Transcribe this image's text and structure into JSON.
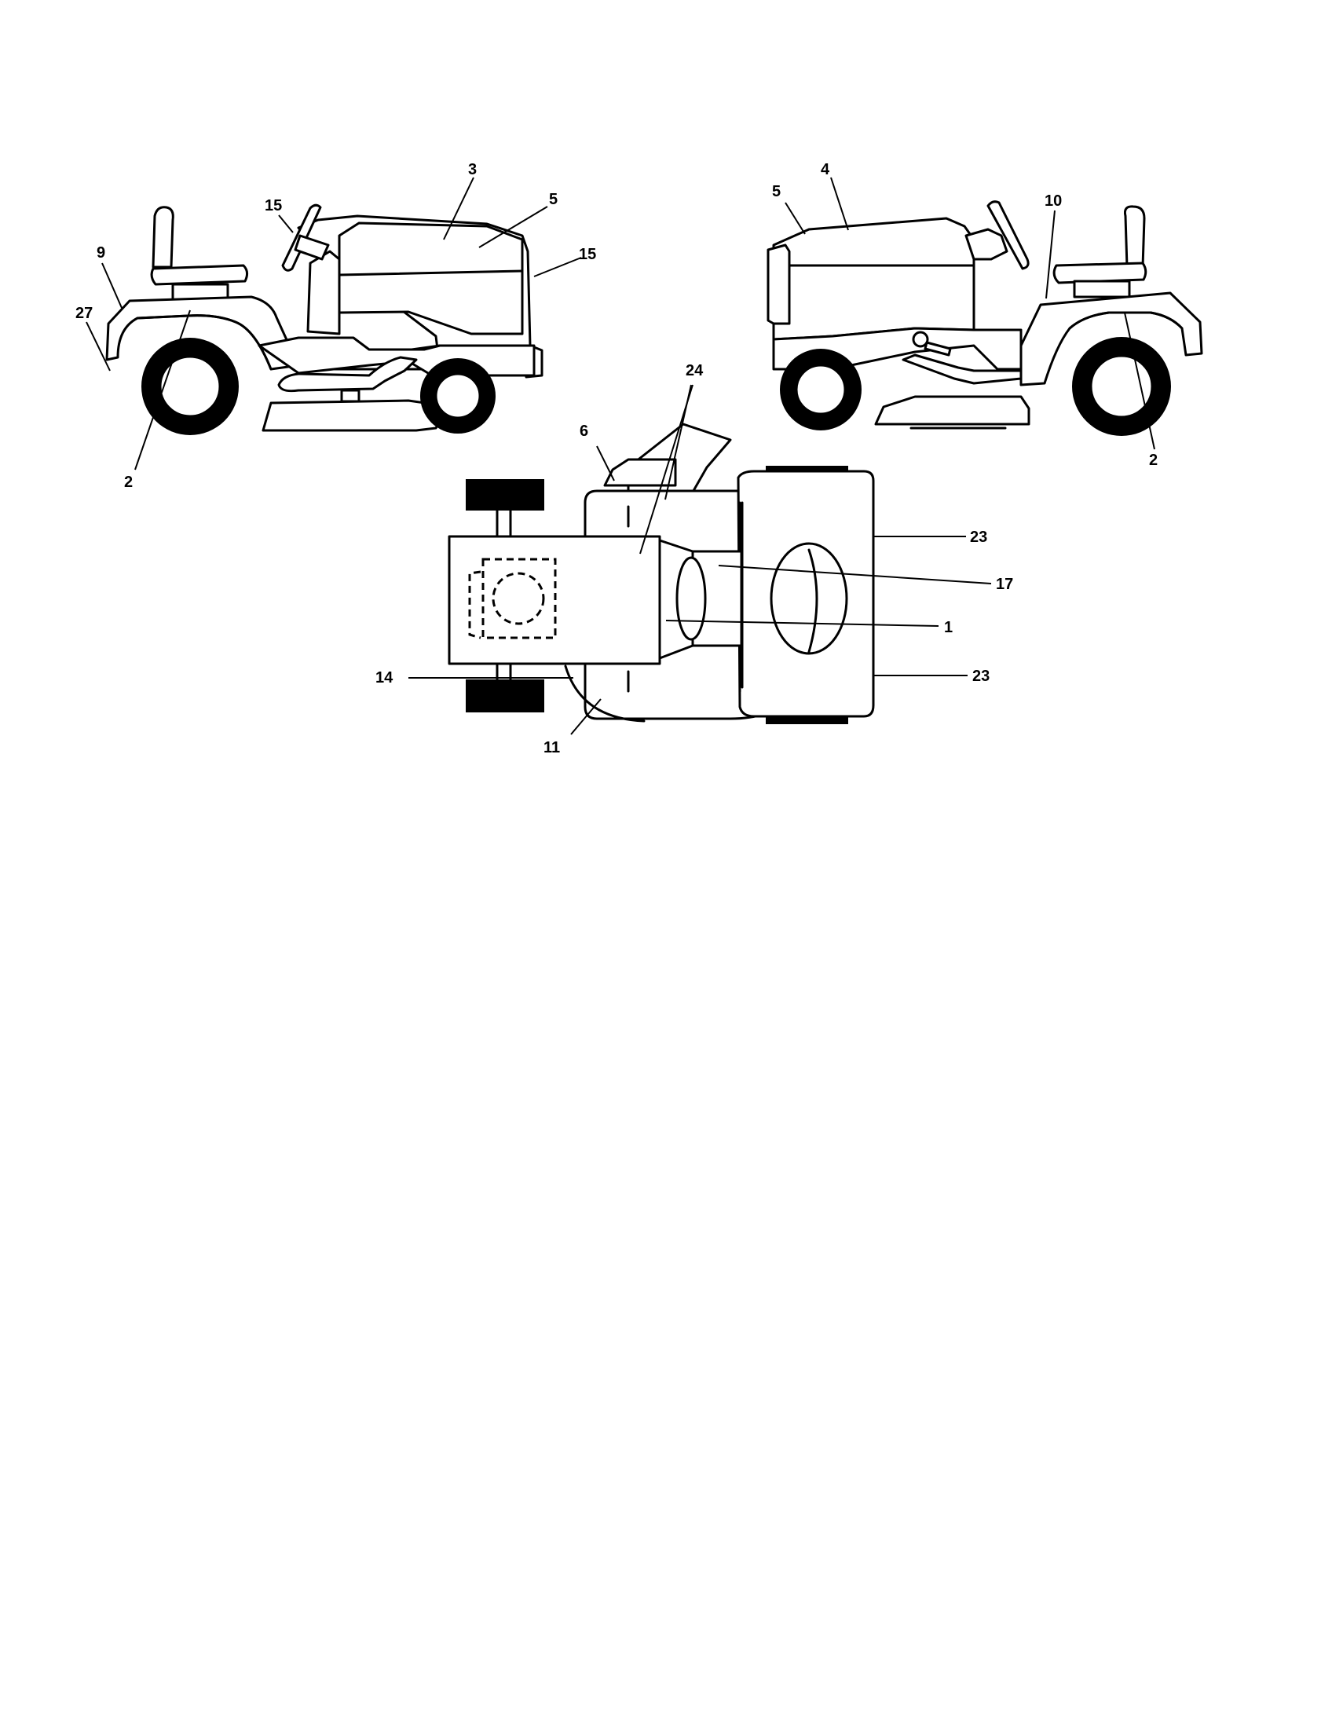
{
  "callouts": {
    "left_view": {
      "c3": "3",
      "c15_steering": "15",
      "c5": "5",
      "c15_front": "15",
      "c9": "9",
      "c27": "27",
      "c2": "2"
    },
    "right_view": {
      "c4": "4",
      "c5": "5",
      "c10": "10",
      "c2": "2"
    },
    "top_view": {
      "c24": "24",
      "c6": "6",
      "c23_top": "23",
      "c17": "17",
      "c1": "1",
      "c14": "14",
      "c23_bottom": "23",
      "c11": "11"
    }
  }
}
